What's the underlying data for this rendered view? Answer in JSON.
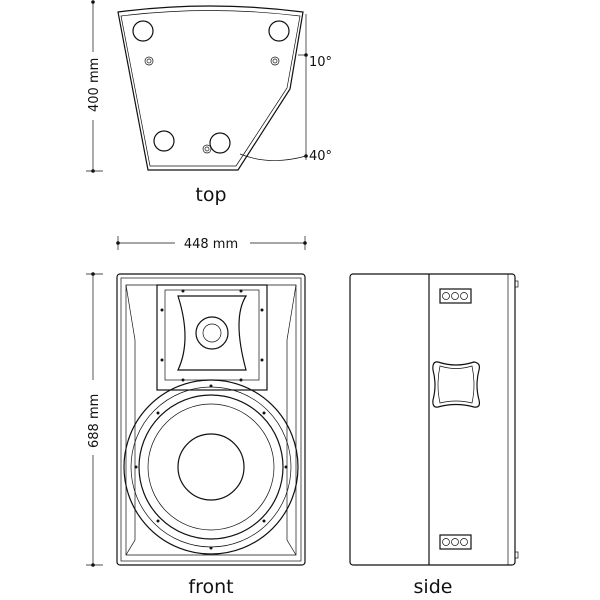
{
  "views": {
    "top": "top",
    "front": "front",
    "side": "side"
  },
  "dimensions": {
    "depth": "400 mm",
    "width": "448 mm",
    "height": "688 mm"
  },
  "angles": {
    "upper": "10°",
    "lower": "40°"
  }
}
